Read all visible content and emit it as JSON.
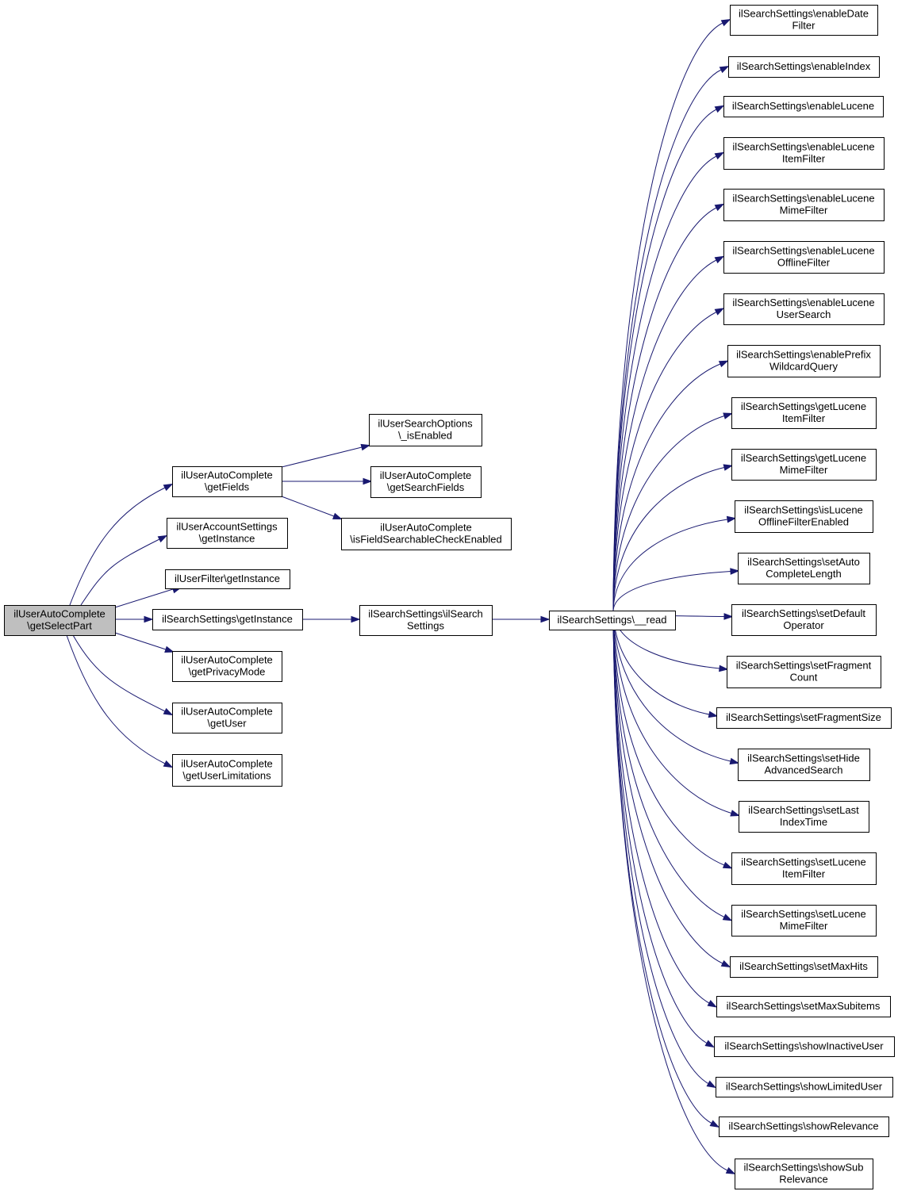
{
  "graph": {
    "edge_color": "#191970",
    "root_fill": "#bfbfbf",
    "nodes": [
      {
        "id": "root",
        "lines": [
          "ilUserAutoComplete",
          "\\getSelectPart"
        ],
        "root": true
      },
      {
        "id": "getFields",
        "lines": [
          "ilUserAutoComplete",
          "\\getFields"
        ]
      },
      {
        "id": "accGetInstance",
        "lines": [
          "ilUserAccountSettings",
          "\\getInstance"
        ]
      },
      {
        "id": "filterGetInstance",
        "lines": [
          "ilUserFilter\\getInstance"
        ]
      },
      {
        "id": "searchGetInstance",
        "lines": [
          "ilSearchSettings\\getInstance"
        ]
      },
      {
        "id": "getPrivacyMode",
        "lines": [
          "ilUserAutoComplete",
          "\\getPrivacyMode"
        ]
      },
      {
        "id": "getUser",
        "lines": [
          "ilUserAutoComplete",
          "\\getUser"
        ]
      },
      {
        "id": "getUserLimitations",
        "lines": [
          "ilUserAutoComplete",
          "\\getUserLimitations"
        ]
      },
      {
        "id": "isEnabled",
        "lines": [
          "ilUserSearchOptions",
          "\\_isEnabled"
        ]
      },
      {
        "id": "getSearchFields",
        "lines": [
          "ilUserAutoComplete",
          "\\getSearchFields"
        ]
      },
      {
        "id": "isFieldSearchable",
        "lines": [
          "ilUserAutoComplete",
          "\\isFieldSearchableCheckEnabled"
        ]
      },
      {
        "id": "ctor",
        "lines": [
          "ilSearchSettings\\ilSearch",
          "Settings"
        ]
      },
      {
        "id": "read",
        "lines": [
          "ilSearchSettings\\__read"
        ]
      },
      {
        "id": "t01",
        "lines": [
          "ilSearchSettings\\enableDate",
          "Filter"
        ]
      },
      {
        "id": "t02",
        "lines": [
          "ilSearchSettings\\enableIndex"
        ]
      },
      {
        "id": "t03",
        "lines": [
          "ilSearchSettings\\enableLucene"
        ]
      },
      {
        "id": "t04",
        "lines": [
          "ilSearchSettings\\enableLucene",
          "ItemFilter"
        ]
      },
      {
        "id": "t05",
        "lines": [
          "ilSearchSettings\\enableLucene",
          "MimeFilter"
        ]
      },
      {
        "id": "t06",
        "lines": [
          "ilSearchSettings\\enableLucene",
          "OfflineFilter"
        ]
      },
      {
        "id": "t07",
        "lines": [
          "ilSearchSettings\\enableLucene",
          "UserSearch"
        ]
      },
      {
        "id": "t08",
        "lines": [
          "ilSearchSettings\\enablePrefix",
          "WildcardQuery"
        ]
      },
      {
        "id": "t09",
        "lines": [
          "ilSearchSettings\\getLucene",
          "ItemFilter"
        ]
      },
      {
        "id": "t10",
        "lines": [
          "ilSearchSettings\\getLucene",
          "MimeFilter"
        ]
      },
      {
        "id": "t11",
        "lines": [
          "ilSearchSettings\\isLucene",
          "OfflineFilterEnabled"
        ]
      },
      {
        "id": "t12",
        "lines": [
          "ilSearchSettings\\setAuto",
          "CompleteLength"
        ]
      },
      {
        "id": "t13",
        "lines": [
          "ilSearchSettings\\setDefault",
          "Operator"
        ]
      },
      {
        "id": "t14",
        "lines": [
          "ilSearchSettings\\setFragment",
          "Count"
        ]
      },
      {
        "id": "t15",
        "lines": [
          "ilSearchSettings\\setFragmentSize"
        ]
      },
      {
        "id": "t16",
        "lines": [
          "ilSearchSettings\\setHide",
          "AdvancedSearch"
        ]
      },
      {
        "id": "t17",
        "lines": [
          "ilSearchSettings\\setLast",
          "IndexTime"
        ]
      },
      {
        "id": "t18",
        "lines": [
          "ilSearchSettings\\setLucene",
          "ItemFilter"
        ]
      },
      {
        "id": "t19",
        "lines": [
          "ilSearchSettings\\setLucene",
          "MimeFilter"
        ]
      },
      {
        "id": "t20",
        "lines": [
          "ilSearchSettings\\setMaxHits"
        ]
      },
      {
        "id": "t21",
        "lines": [
          "ilSearchSettings\\setMaxSubitems"
        ]
      },
      {
        "id": "t22",
        "lines": [
          "ilSearchSettings\\showInactiveUser"
        ]
      },
      {
        "id": "t23",
        "lines": [
          "ilSearchSettings\\showLimitedUser"
        ]
      },
      {
        "id": "t24",
        "lines": [
          "ilSearchSettings\\showRelevance"
        ]
      },
      {
        "id": "t25",
        "lines": [
          "ilSearchSettings\\showSub",
          "Relevance"
        ]
      }
    ],
    "edges": [
      [
        "root",
        "getFields"
      ],
      [
        "root",
        "accGetInstance"
      ],
      [
        "root",
        "filterGetInstance"
      ],
      [
        "root",
        "searchGetInstance"
      ],
      [
        "root",
        "getPrivacyMode"
      ],
      [
        "root",
        "getUser"
      ],
      [
        "root",
        "getUserLimitations"
      ],
      [
        "getFields",
        "isEnabled"
      ],
      [
        "getFields",
        "getSearchFields"
      ],
      [
        "getFields",
        "isFieldSearchable"
      ],
      [
        "searchGetInstance",
        "ctor"
      ],
      [
        "ctor",
        "read"
      ],
      [
        "read",
        "t01"
      ],
      [
        "read",
        "t02"
      ],
      [
        "read",
        "t03"
      ],
      [
        "read",
        "t04"
      ],
      [
        "read",
        "t05"
      ],
      [
        "read",
        "t06"
      ],
      [
        "read",
        "t07"
      ],
      [
        "read",
        "t08"
      ],
      [
        "read",
        "t09"
      ],
      [
        "read",
        "t10"
      ],
      [
        "read",
        "t11"
      ],
      [
        "read",
        "t12"
      ],
      [
        "read",
        "t13"
      ],
      [
        "read",
        "t14"
      ],
      [
        "read",
        "t15"
      ],
      [
        "read",
        "t16"
      ],
      [
        "read",
        "t17"
      ],
      [
        "read",
        "t18"
      ],
      [
        "read",
        "t19"
      ],
      [
        "read",
        "t20"
      ],
      [
        "read",
        "t21"
      ],
      [
        "read",
        "t22"
      ],
      [
        "read",
        "t23"
      ],
      [
        "read",
        "t24"
      ],
      [
        "read",
        "t25"
      ]
    ]
  }
}
